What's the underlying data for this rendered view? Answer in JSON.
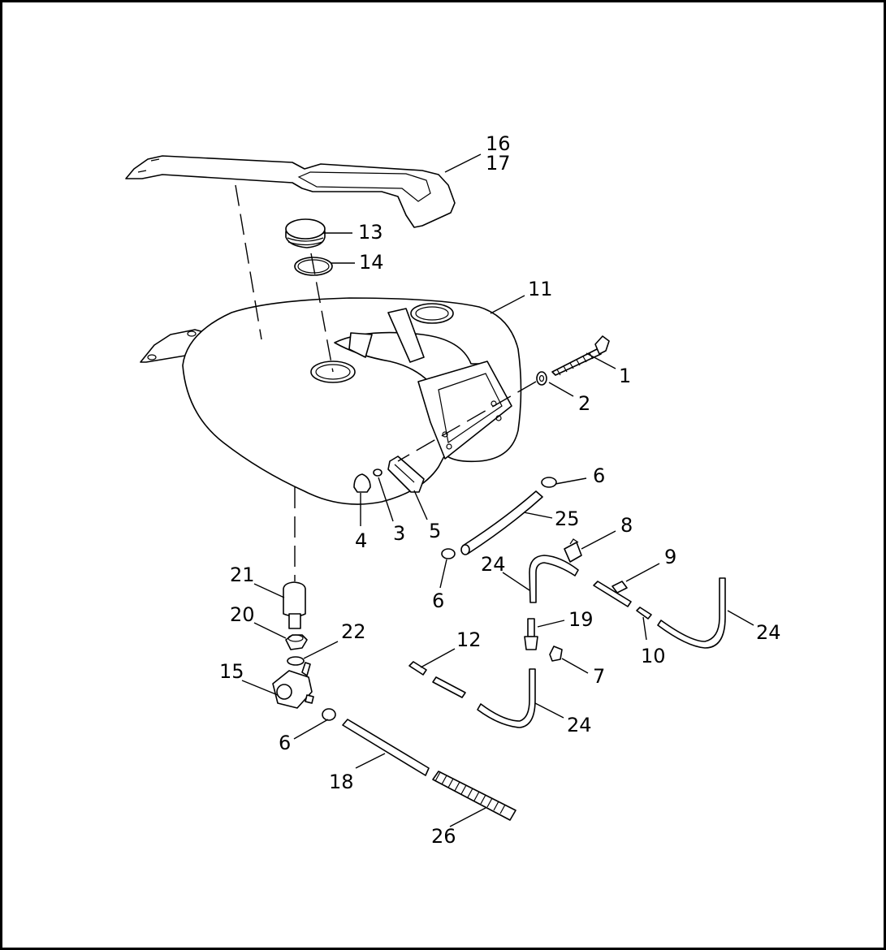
{
  "callouts": [
    {
      "id": "c16",
      "label": "16"
    },
    {
      "id": "c17",
      "label": "17"
    },
    {
      "id": "c13",
      "label": "13"
    },
    {
      "id": "c14",
      "label": "14"
    },
    {
      "id": "c11",
      "label": "11"
    },
    {
      "id": "c1",
      "label": "1"
    },
    {
      "id": "c2",
      "label": "2"
    },
    {
      "id": "c6a",
      "label": "6"
    },
    {
      "id": "c25",
      "label": "25"
    },
    {
      "id": "c8",
      "label": "8"
    },
    {
      "id": "c4",
      "label": "4"
    },
    {
      "id": "c3",
      "label": "3"
    },
    {
      "id": "c5",
      "label": "5"
    },
    {
      "id": "c24a",
      "label": "24"
    },
    {
      "id": "c9",
      "label": "9"
    },
    {
      "id": "c6b",
      "label": "6"
    },
    {
      "id": "c21",
      "label": "21"
    },
    {
      "id": "c20",
      "label": "20"
    },
    {
      "id": "c22",
      "label": "22"
    },
    {
      "id": "c19",
      "label": "19"
    },
    {
      "id": "c24b",
      "label": "24"
    },
    {
      "id": "c10",
      "label": "10"
    },
    {
      "id": "c12",
      "label": "12"
    },
    {
      "id": "c15",
      "label": "15"
    },
    {
      "id": "c7",
      "label": "7"
    },
    {
      "id": "c24c",
      "label": "24"
    },
    {
      "id": "c6c",
      "label": "6"
    },
    {
      "id": "c18",
      "label": "18"
    },
    {
      "id": "c26",
      "label": "26"
    }
  ]
}
